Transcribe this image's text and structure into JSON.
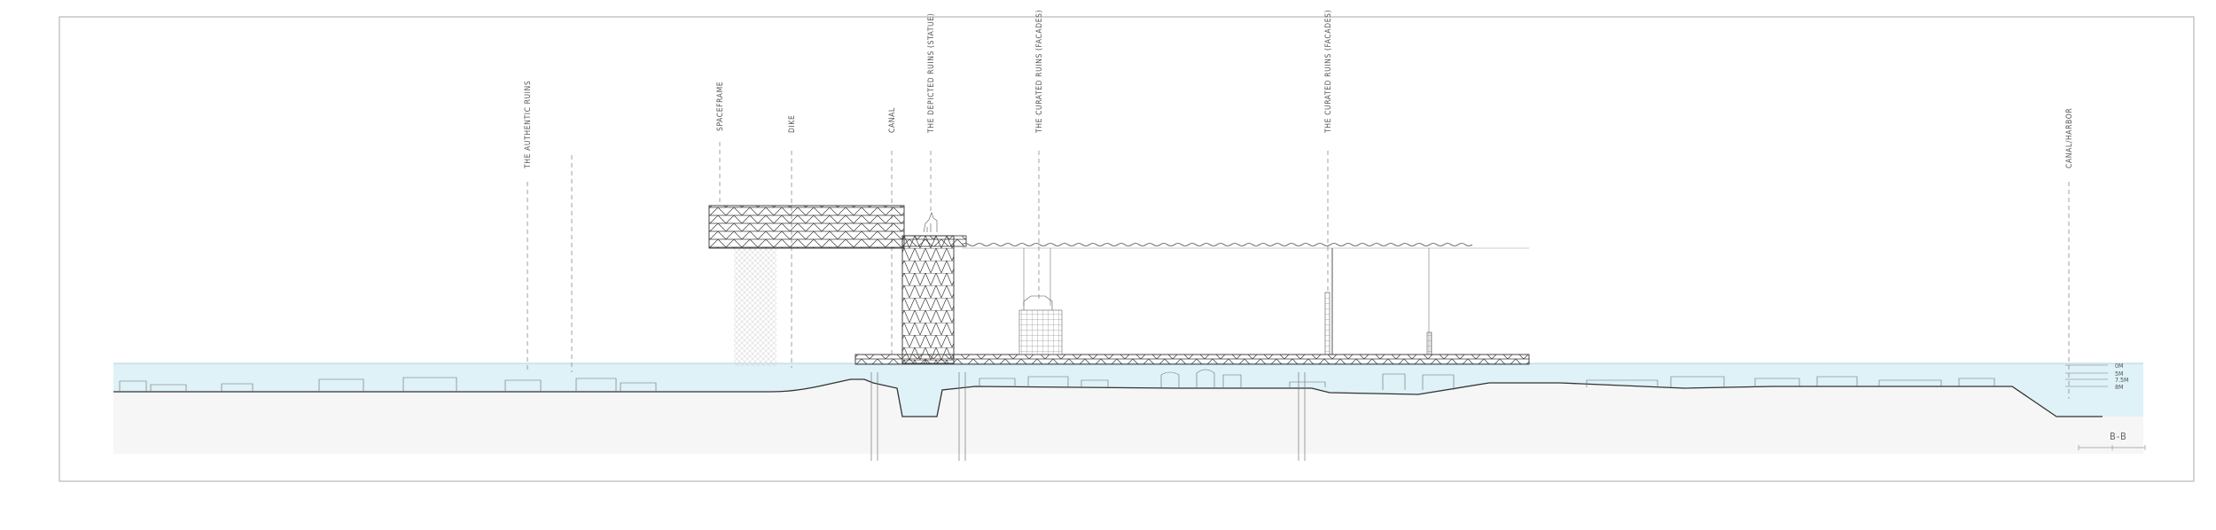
{
  "drawing": {
    "section_mark": "B-B",
    "labels": {
      "authentic_ruins": "THE AUTHENTIC RUINS",
      "spaceframe": "SPACEFRAME",
      "dike": "DIKE",
      "canal": "CANAL",
      "depicted_ruins": "THE DEPICTED RUINS (STATUE)",
      "curated_ruins_1": "THE CURATED RUINS (FACADES)",
      "curated_ruins_2": "THE CURATED RUINS (FACADES)",
      "canal_harbor": "CANAL/HARBOR"
    },
    "water_levels": [
      "0M",
      "5M",
      "7.5M",
      "8M"
    ]
  },
  "colors": {
    "water": "#def2f7",
    "ground": "#f6f6f6",
    "line": "#333333",
    "frame": "#b8b8b8"
  }
}
